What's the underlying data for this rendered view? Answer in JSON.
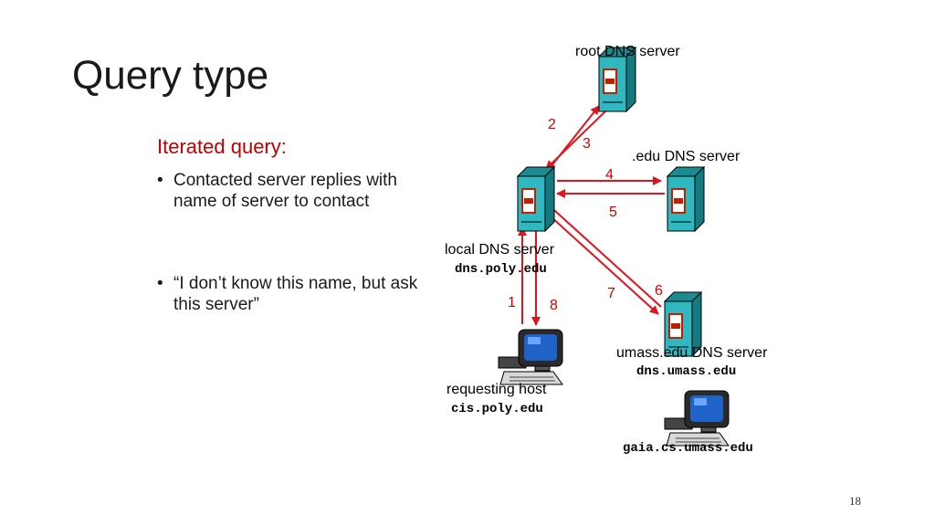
{
  "slide": {
    "title": "Query type",
    "subheading": "Iterated query:",
    "bullets": [
      "Contacted server replies with name of server to contact",
      "“I don’t know this name, but ask this server”"
    ],
    "bullet_marker": "•",
    "page_number": "18"
  },
  "diagram": {
    "root_server": {
      "label": "root DNS server"
    },
    "edu_server": {
      "label": ".edu DNS server"
    },
    "local_server": {
      "label": "local DNS server",
      "hostname": "dns.poly.edu"
    },
    "umass_server": {
      "label": "umass.edu DNS server",
      "hostname": "dns.umass.edu"
    },
    "requesting_host": {
      "label": "requesting host",
      "hostname": "cis.poly.edu"
    },
    "gaia_host": {
      "hostname": "gaia.cs.umass.edu"
    },
    "steps": [
      "1",
      "2",
      "3",
      "4",
      "5",
      "6",
      "7",
      "8"
    ]
  },
  "colors": {
    "title": "#1a1a1a",
    "subheading": "#c00000",
    "arrow": "#e0141e",
    "server_body": "#2fb8bf",
    "step_number": "#d00000"
  },
  "icons": {
    "server": "server-tower-icon",
    "computer": "desktop-computer-icon"
  }
}
